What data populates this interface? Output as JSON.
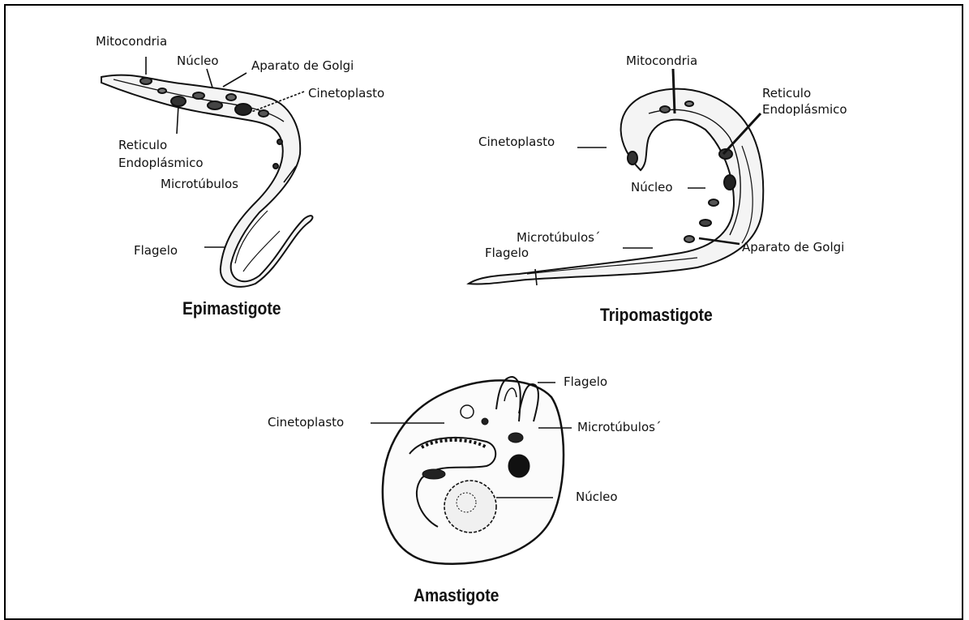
{
  "epimastigote": {
    "title": "Epimastigote",
    "labels": {
      "mitocondria": "Mitocondria",
      "nucleo": "Núcleo",
      "golgi": "Aparato de Golgi",
      "cinetoplasto": "Cinetoplasto",
      "reticulo": "Reticulo",
      "endoplasmico": "Endoplásmico",
      "microtubulos": "Microtúbulos",
      "flagelo": "Flagelo"
    }
  },
  "tripomastigote": {
    "title": "Tripomastigote",
    "labels": {
      "mitocondria": "Mitocondria",
      "reticulo": "Reticulo",
      "endoplasmico": "Endoplásmico",
      "cinetoplasto": "Cinetoplasto",
      "nucleo": "Núcleo",
      "microtubulos": "Microtúbulos´",
      "golgi": "Aparato de Golgi",
      "flagelo": "Flagelo"
    }
  },
  "amastigote": {
    "title": "Amastigote",
    "labels": {
      "flagelo": "Flagelo",
      "cinetoplasto": "Cinetoplasto",
      "microtubulos": "Microtúbulos´",
      "nucleo": "Núcleo"
    }
  }
}
